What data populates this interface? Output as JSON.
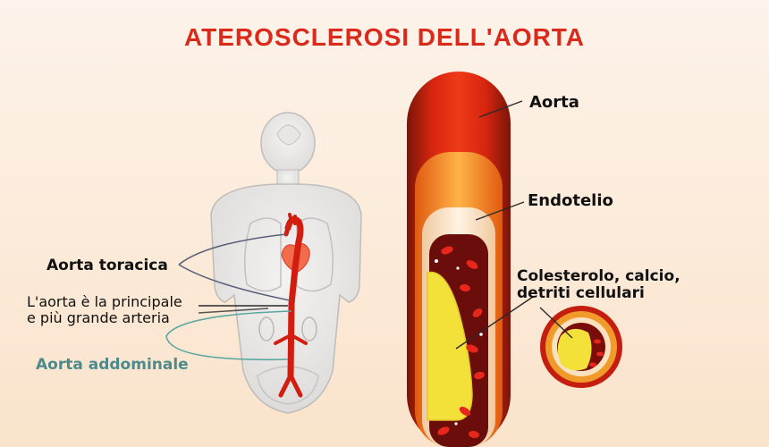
{
  "title": "ATEROSCLEROSI DELL'AORTA",
  "labels": {
    "aorta": "Aorta",
    "endotelio": "Endotelio",
    "colesterolo_line1": "Colesterolo, calcio,",
    "colesterolo_line2": "detriti cellulari",
    "aorta_toracica": "Aorta toracica",
    "principale_line1": "L'aorta è la principale",
    "principale_line2": "e più grande arteria",
    "aorta_addominale": "Aorta addominale"
  },
  "colors": {
    "title": "#d92a1c",
    "addominale": "#4f8a8b",
    "artery": "#d11e10",
    "plaque": "#f3e13a"
  }
}
